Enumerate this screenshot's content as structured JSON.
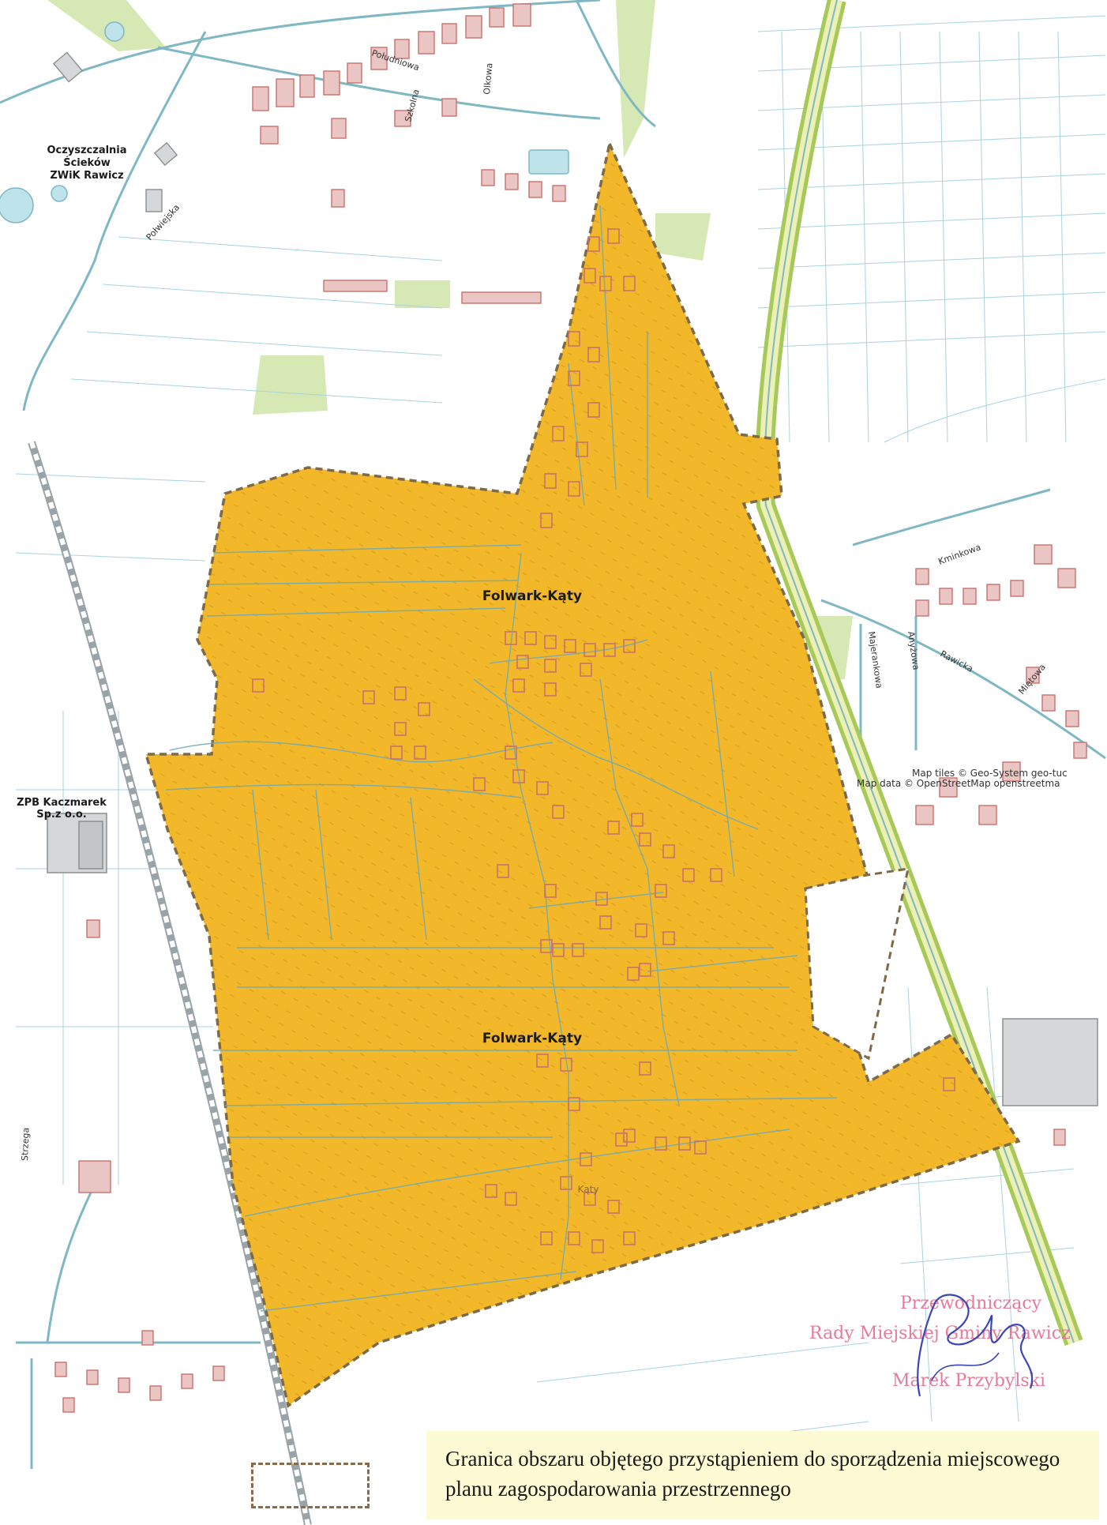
{
  "map": {
    "places": {
      "folwark_upper": "Folwark-Kąty",
      "folwark_lower": "Folwark-Kąty",
      "katy": "Kąty"
    },
    "pois": {
      "treatment_plant": [
        "Oczyszczalnia",
        "Ścieków",
        "ZWiK Rawicz"
      ],
      "company": [
        "ZPB Kaczmarek",
        "Sp.z o.o."
      ]
    },
    "streets": {
      "poludniowa": "Południowa",
      "polwiejska": "Połwiejska",
      "kminkowa": "Kminkowa",
      "rawicka": "Rawicka",
      "mietowa": "Miętowa",
      "majerankowa": "Majerankowa",
      "anyzowa": "Anyżowa",
      "olkowa": "Olkowa",
      "szkolna": "Szkolna",
      "strega": "Strzega"
    },
    "attribution": [
      "Map tiles © Geo-System geo-tuc",
      "Map data © OpenStreetMap openstreetma"
    ],
    "colors": {
      "area_fill": "#f2b82a",
      "boundary": "#7d6a4a",
      "buildings": "#c9716d",
      "roads": "#7fb8c4",
      "rail": "#9aa4a8",
      "green": "#cfe4a6",
      "water": "#bfe3ea"
    }
  },
  "legend": {
    "text": "Granica obszaru objętego przystąpieniem do sporządzenia miejscowego planu zagospodarowania przestrzennego"
  },
  "stamp": {
    "title": "Przewodniczący",
    "body": "Rady Miejskiej Gminy Rawicz",
    "name": "Marek Przybylski"
  }
}
